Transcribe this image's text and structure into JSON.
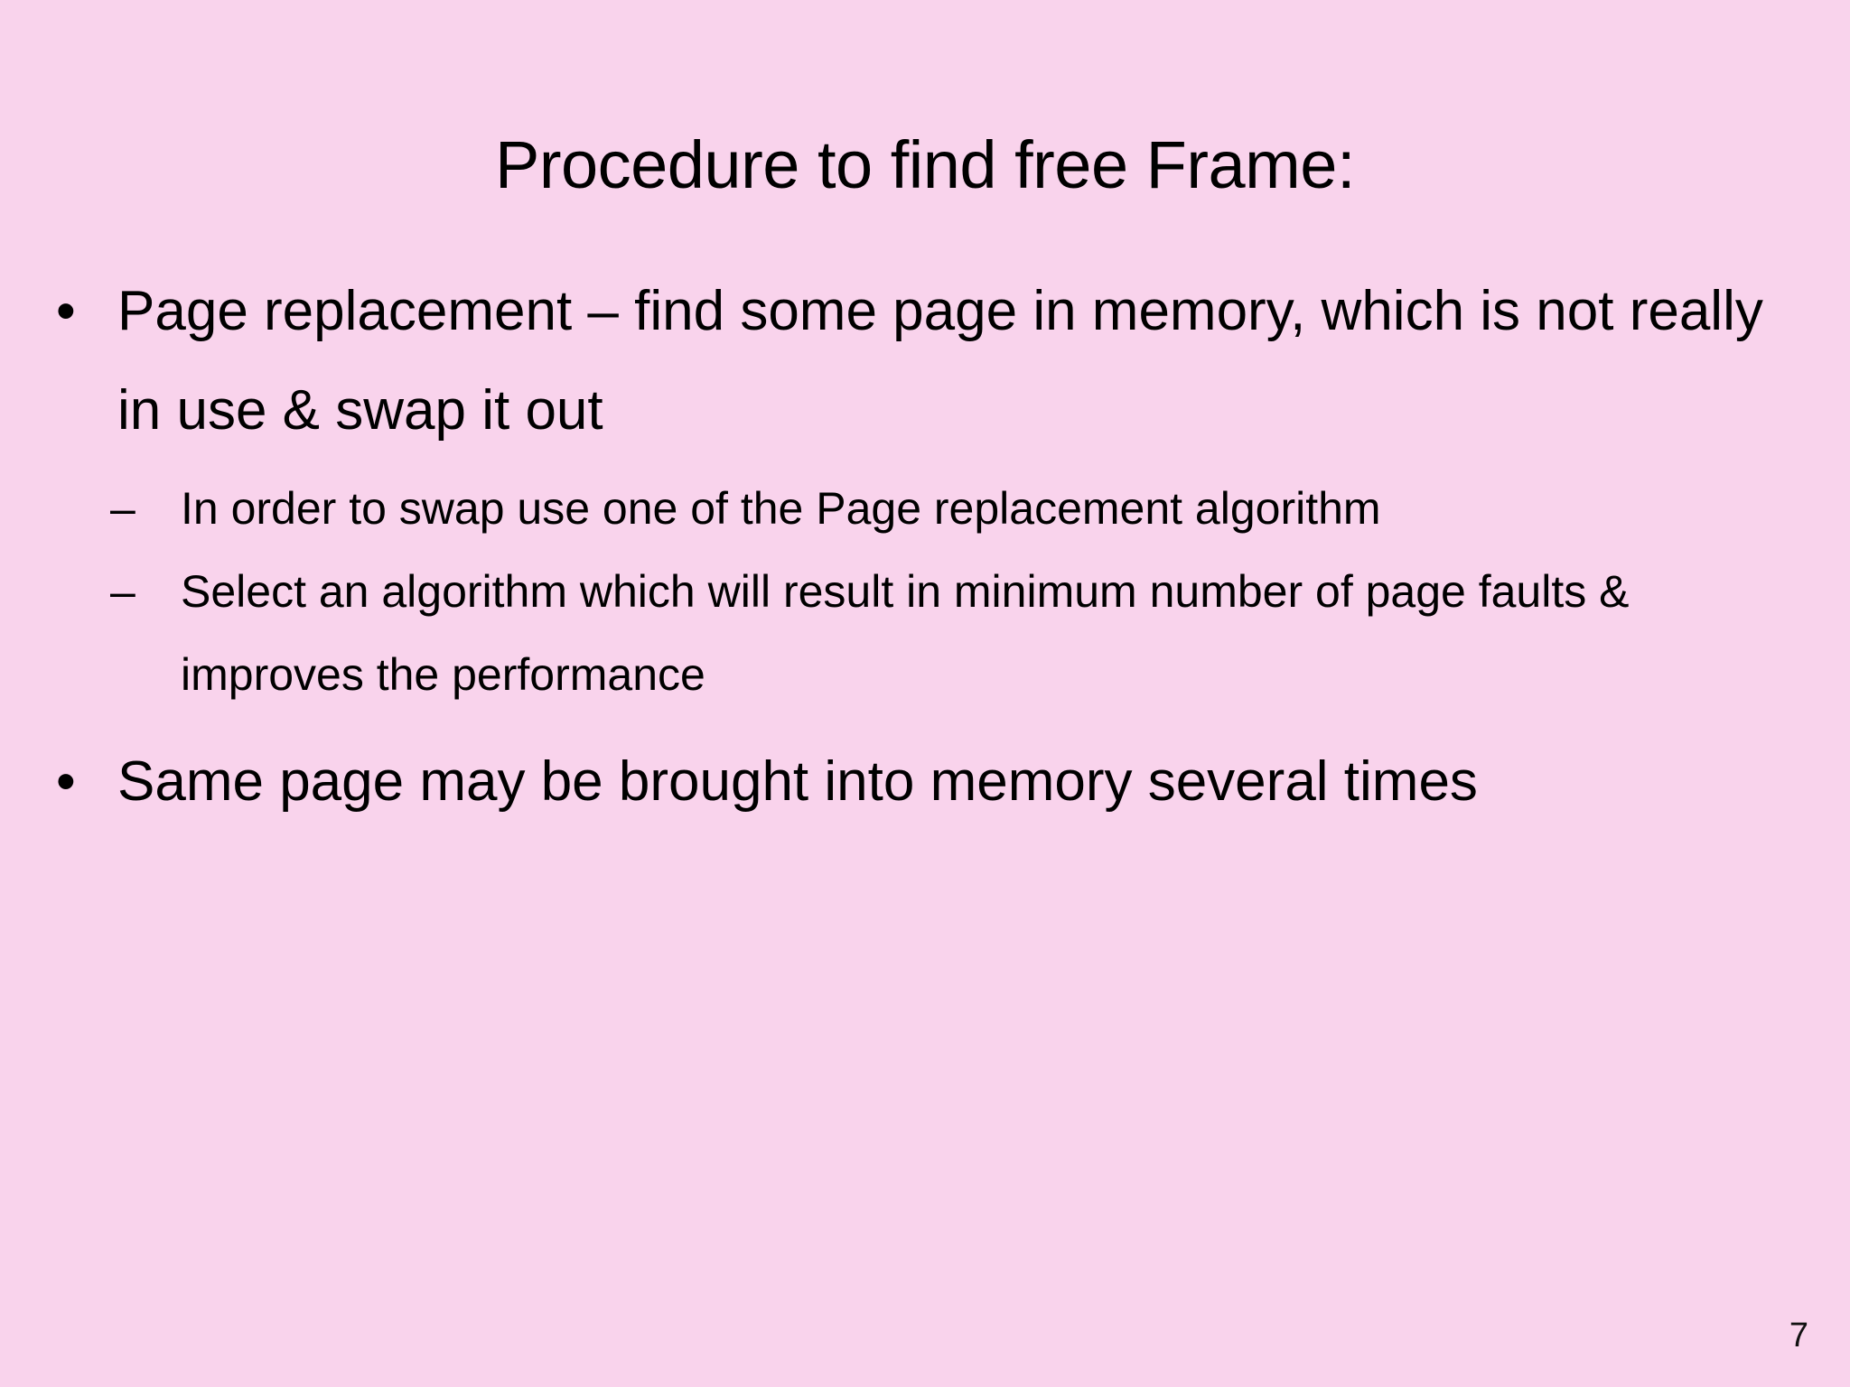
{
  "slide": {
    "title": "Procedure to find free Frame:",
    "background_color": "#f9d3ec",
    "text_color": "#000000",
    "page_number": "7",
    "bullets": [
      {
        "level": 1,
        "marker": "•",
        "text": "Page replacement – find some page in memory, which is not really in use & swap it out",
        "children": [
          {
            "level": 2,
            "marker": "–",
            "text": "In order to swap use one of the Page replacement algorithm"
          },
          {
            "level": 2,
            "marker": "–",
            "text": "Select an algorithm which will result in minimum number of page faults & improves the performance"
          }
        ]
      },
      {
        "level": 1,
        "marker": "•",
        "text": "Same page may be brought into memory several times",
        "children": []
      }
    ]
  }
}
